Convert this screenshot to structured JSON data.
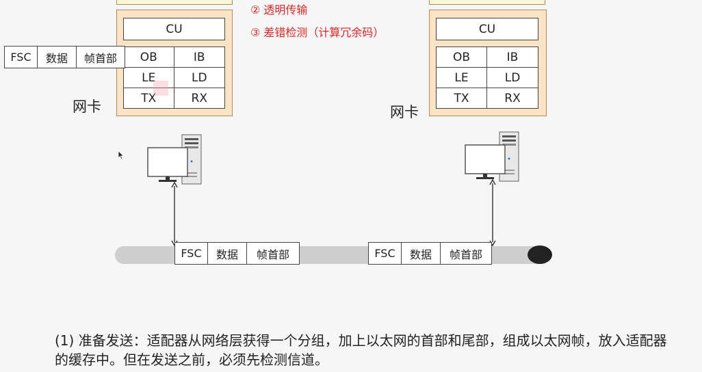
{
  "steps": {
    "step2": "② 透明传输",
    "step3": "③ 差错检测（计算冗余码）"
  },
  "nic_left": {
    "label": "网卡",
    "cu": "CU",
    "cells": [
      "OB",
      "IB",
      "LE",
      "LD",
      "TX",
      "RX"
    ]
  },
  "nic_right": {
    "label": "网卡",
    "cu": "CU",
    "cells": [
      "OB",
      "IB",
      "LE",
      "LD",
      "TX",
      "RX"
    ]
  },
  "frame_top": {
    "fsc": "FSC",
    "data": "数据",
    "header": "帧首部"
  },
  "frame_bus_left": {
    "fsc": "FSC",
    "data": "数据",
    "header": "帧首部"
  },
  "frame_bus_right": {
    "fsc": "FSC",
    "data": "数据",
    "header": "帧首部"
  },
  "caption": "(1) 准备发送：适配器从网络层获得一个分组，加上以太网的首部和尾部，组成以太网帧，放入适配器的缓存中。但在发送之前，必须先检测信道。"
}
